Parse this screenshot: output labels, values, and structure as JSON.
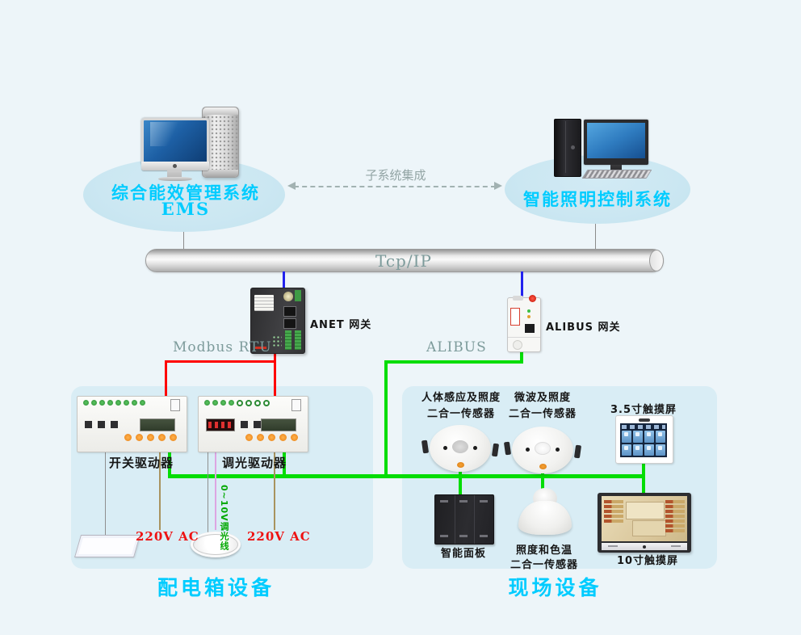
{
  "systems": {
    "ems": {
      "name": "综合能效管理系统",
      "abbr": "EMS"
    },
    "lighting": {
      "name": "智能照明控制系统"
    },
    "integration": "子系统集成"
  },
  "backbone": {
    "protocol": "Tcp/IP"
  },
  "gateways": {
    "anet": {
      "name": "ANET 网关",
      "bus": "Modbus RTU"
    },
    "alibus": {
      "name": "ALIBUS 网关",
      "bus": "ALIBUS"
    }
  },
  "distribution_panel": {
    "title": "配电箱设备",
    "switch_driver": "开关驱动器",
    "dim_driver": "调光驱动器",
    "ac_label_1": "220V AC",
    "ac_label_2": "220V AC",
    "dim_wire": "0~10V调光线"
  },
  "field": {
    "title": "现场设备",
    "pir_line1": "人体感应及照度",
    "pir_line2": "二合一传感器",
    "mw_line1": "微波及照度",
    "mw_line2": "二合一传感器",
    "ts35": "3.5寸触摸屏",
    "smart_panel": "智能面板",
    "lux_line1": "照度和色温",
    "lux_line2": "二合一传感器",
    "ts10": "10寸触摸屏"
  },
  "colors": {
    "background": "#edf5f9",
    "zone_fill": "#d9edf5",
    "accent_cyan": "#00ccff",
    "label_gray": "#7d9b9b",
    "line_red": "#ff0000",
    "line_green": "#04dd04",
    "line_blue": "#2222ee",
    "line_tan": "#a8935f",
    "line_pink": "#dda5e2"
  }
}
